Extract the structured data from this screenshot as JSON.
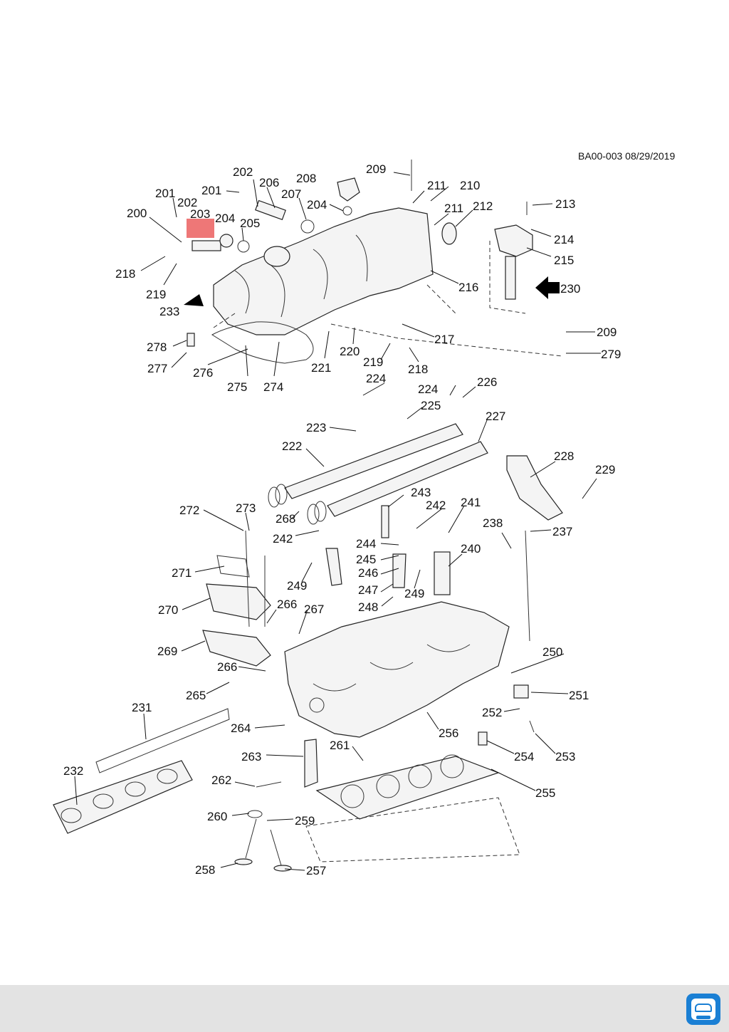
{
  "document_id": "BA00-003 08/29/2019",
  "callouts": [
    "200",
    "201",
    "202",
    "203",
    "204",
    "205",
    "206",
    "207",
    "208",
    "209",
    "210",
    "211",
    "212",
    "213",
    "214",
    "215",
    "216",
    "217",
    "218",
    "219",
    "220",
    "221",
    "222",
    "223",
    "224",
    "225",
    "226",
    "227",
    "228",
    "229",
    "230",
    "231",
    "232",
    "233",
    "237",
    "238",
    "240",
    "241",
    "242",
    "243",
    "244",
    "245",
    "246",
    "247",
    "248",
    "249",
    "250",
    "251",
    "252",
    "253",
    "254",
    "255",
    "256",
    "257",
    "258",
    "259",
    "260",
    "261",
    "262",
    "263",
    "264",
    "265",
    "266",
    "267",
    "268",
    "269",
    "270",
    "271",
    "272",
    "273",
    "274",
    "275",
    "276",
    "277",
    "278",
    "279"
  ],
  "highlight_color": "#e84a4a",
  "app_badge_icon": "car-service-app-icon"
}
